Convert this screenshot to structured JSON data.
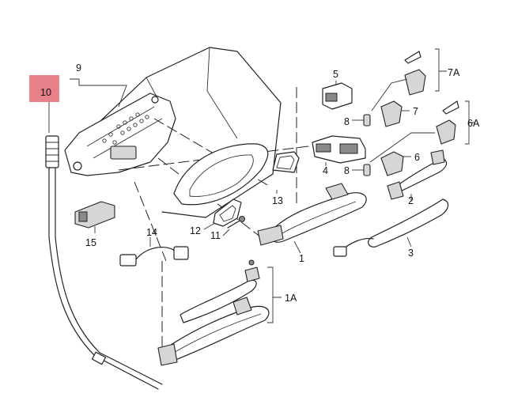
{
  "labels": {
    "p1": "1",
    "p1a": "1A",
    "p2": "2",
    "p3": "3",
    "p4": "4",
    "p5": "5",
    "p6": "6",
    "p6a": "6A",
    "p7": "7",
    "p7a": "7A",
    "p8a": "8",
    "p8b": "8",
    "p9": "9",
    "p10": "10",
    "p11": "11",
    "p12": "12",
    "p13": "13",
    "p14": "14",
    "p15": "15"
  },
  "highlight_color": "#e8808a"
}
